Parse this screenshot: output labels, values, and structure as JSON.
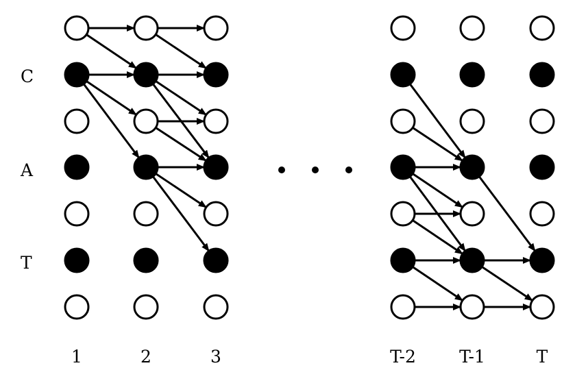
{
  "row_labels": [
    "C",
    "A",
    "T"
  ],
  "column_labels": [
    "1",
    "2",
    "3",
    "T-2",
    "T-1",
    "T"
  ],
  "colors": {
    "node_filled": "#000000",
    "node_empty": "#ffffff",
    "stroke": "#000000"
  },
  "columns": [
    {
      "label": "1",
      "filled_rows": [
        1,
        3,
        5
      ]
    },
    {
      "label": "2",
      "filled_rows": [
        1,
        3,
        5
      ]
    },
    {
      "label": "3",
      "filled_rows": [
        1,
        3,
        5
      ]
    },
    {
      "label": "T-2",
      "filled_rows": [
        1,
        3,
        5
      ]
    },
    {
      "label": "T-1",
      "filled_rows": [
        1,
        3,
        5
      ]
    },
    {
      "label": "T",
      "filled_rows": [
        1,
        3,
        5
      ]
    }
  ],
  "edges": [
    {
      "from": [
        0,
        0
      ],
      "to": [
        1,
        0
      ]
    },
    {
      "from": [
        0,
        0
      ],
      "to": [
        1,
        1
      ]
    },
    {
      "from": [
        0,
        1
      ],
      "to": [
        1,
        1
      ]
    },
    {
      "from": [
        0,
        1
      ],
      "to": [
        1,
        2
      ]
    },
    {
      "from": [
        0,
        1
      ],
      "to": [
        1,
        3
      ]
    },
    {
      "from": [
        1,
        0
      ],
      "to": [
        2,
        0
      ]
    },
    {
      "from": [
        1,
        0
      ],
      "to": [
        2,
        1
      ]
    },
    {
      "from": [
        1,
        1
      ],
      "to": [
        2,
        1
      ]
    },
    {
      "from": [
        1,
        1
      ],
      "to": [
        2,
        2
      ]
    },
    {
      "from": [
        1,
        1
      ],
      "to": [
        2,
        3
      ]
    },
    {
      "from": [
        1,
        2
      ],
      "to": [
        2,
        2
      ]
    },
    {
      "from": [
        1,
        2
      ],
      "to": [
        2,
        3
      ]
    },
    {
      "from": [
        1,
        3
      ],
      "to": [
        2,
        3
      ]
    },
    {
      "from": [
        1,
        3
      ],
      "to": [
        2,
        4
      ]
    },
    {
      "from": [
        1,
        3
      ],
      "to": [
        2,
        5
      ]
    },
    {
      "from": [
        3,
        1
      ],
      "to": [
        4,
        3
      ]
    },
    {
      "from": [
        3,
        2
      ],
      "to": [
        4,
        3
      ]
    },
    {
      "from": [
        3,
        3
      ],
      "to": [
        4,
        3
      ]
    },
    {
      "from": [
        3,
        3
      ],
      "to": [
        4,
        4
      ]
    },
    {
      "from": [
        3,
        3
      ],
      "to": [
        4,
        5
      ]
    },
    {
      "from": [
        3,
        4
      ],
      "to": [
        4,
        4
      ]
    },
    {
      "from": [
        3,
        4
      ],
      "to": [
        4,
        5
      ]
    },
    {
      "from": [
        3,
        5
      ],
      "to": [
        4,
        5
      ]
    },
    {
      "from": [
        3,
        5
      ],
      "to": [
        4,
        6
      ]
    },
    {
      "from": [
        3,
        6
      ],
      "to": [
        4,
        6
      ]
    },
    {
      "from": [
        4,
        3
      ],
      "to": [
        5,
        5
      ]
    },
    {
      "from": [
        4,
        5
      ],
      "to": [
        5,
        5
      ]
    },
    {
      "from": [
        4,
        5
      ],
      "to": [
        5,
        6
      ]
    },
    {
      "from": [
        4,
        6
      ],
      "to": [
        5,
        6
      ]
    }
  ],
  "ellipsis_dots": 3
}
